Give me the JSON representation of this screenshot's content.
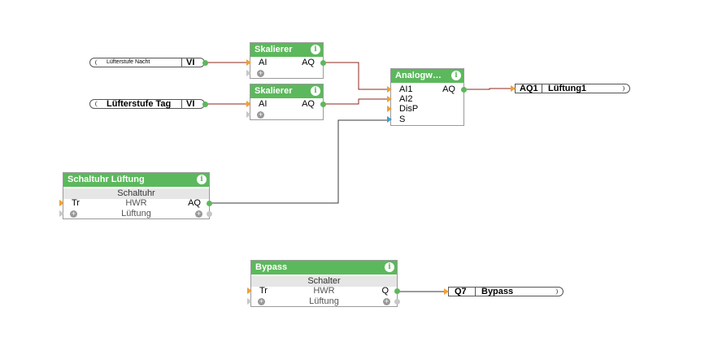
{
  "inputs": {
    "luefterstufe_nacht": {
      "label": "Lüfterstufe Nacht",
      "type": "VI"
    },
    "luefterstufe_tag": {
      "label": "Lüfterstufe Tag",
      "type": "VI"
    }
  },
  "outputs": {
    "aq1": {
      "id": "AQ1",
      "label": "Lüftung1"
    },
    "q7": {
      "id": "Q7",
      "label": "Bypass"
    }
  },
  "blocks": {
    "skalierer1": {
      "title": "Skalierer",
      "in": "AI",
      "out": "AQ"
    },
    "skalierer2": {
      "title": "Skalierer",
      "in": "AI",
      "out": "AQ"
    },
    "analog": {
      "title": "Analogw…",
      "in1": "AI1",
      "in2": "AI2",
      "in3": "DisP",
      "in4": "S",
      "out": "AQ"
    },
    "schaltuhr": {
      "title": "Schaltuhr Lüftung",
      "subtitle": "Schaltuhr",
      "in": "Tr",
      "param": "HWR",
      "out": "AQ",
      "extra": "Lüftung"
    },
    "bypass": {
      "title": "Bypass",
      "subtitle": "Schalter",
      "in": "Tr",
      "param": "HWR",
      "out": "Q",
      "extra": "Lüftung"
    }
  },
  "icons": {
    "info": "i",
    "plus": "+"
  },
  "colors": {
    "header": "#5cb85c",
    "wire_analog": "#8b2a1e",
    "wire_digital": "#3a3a3a"
  }
}
